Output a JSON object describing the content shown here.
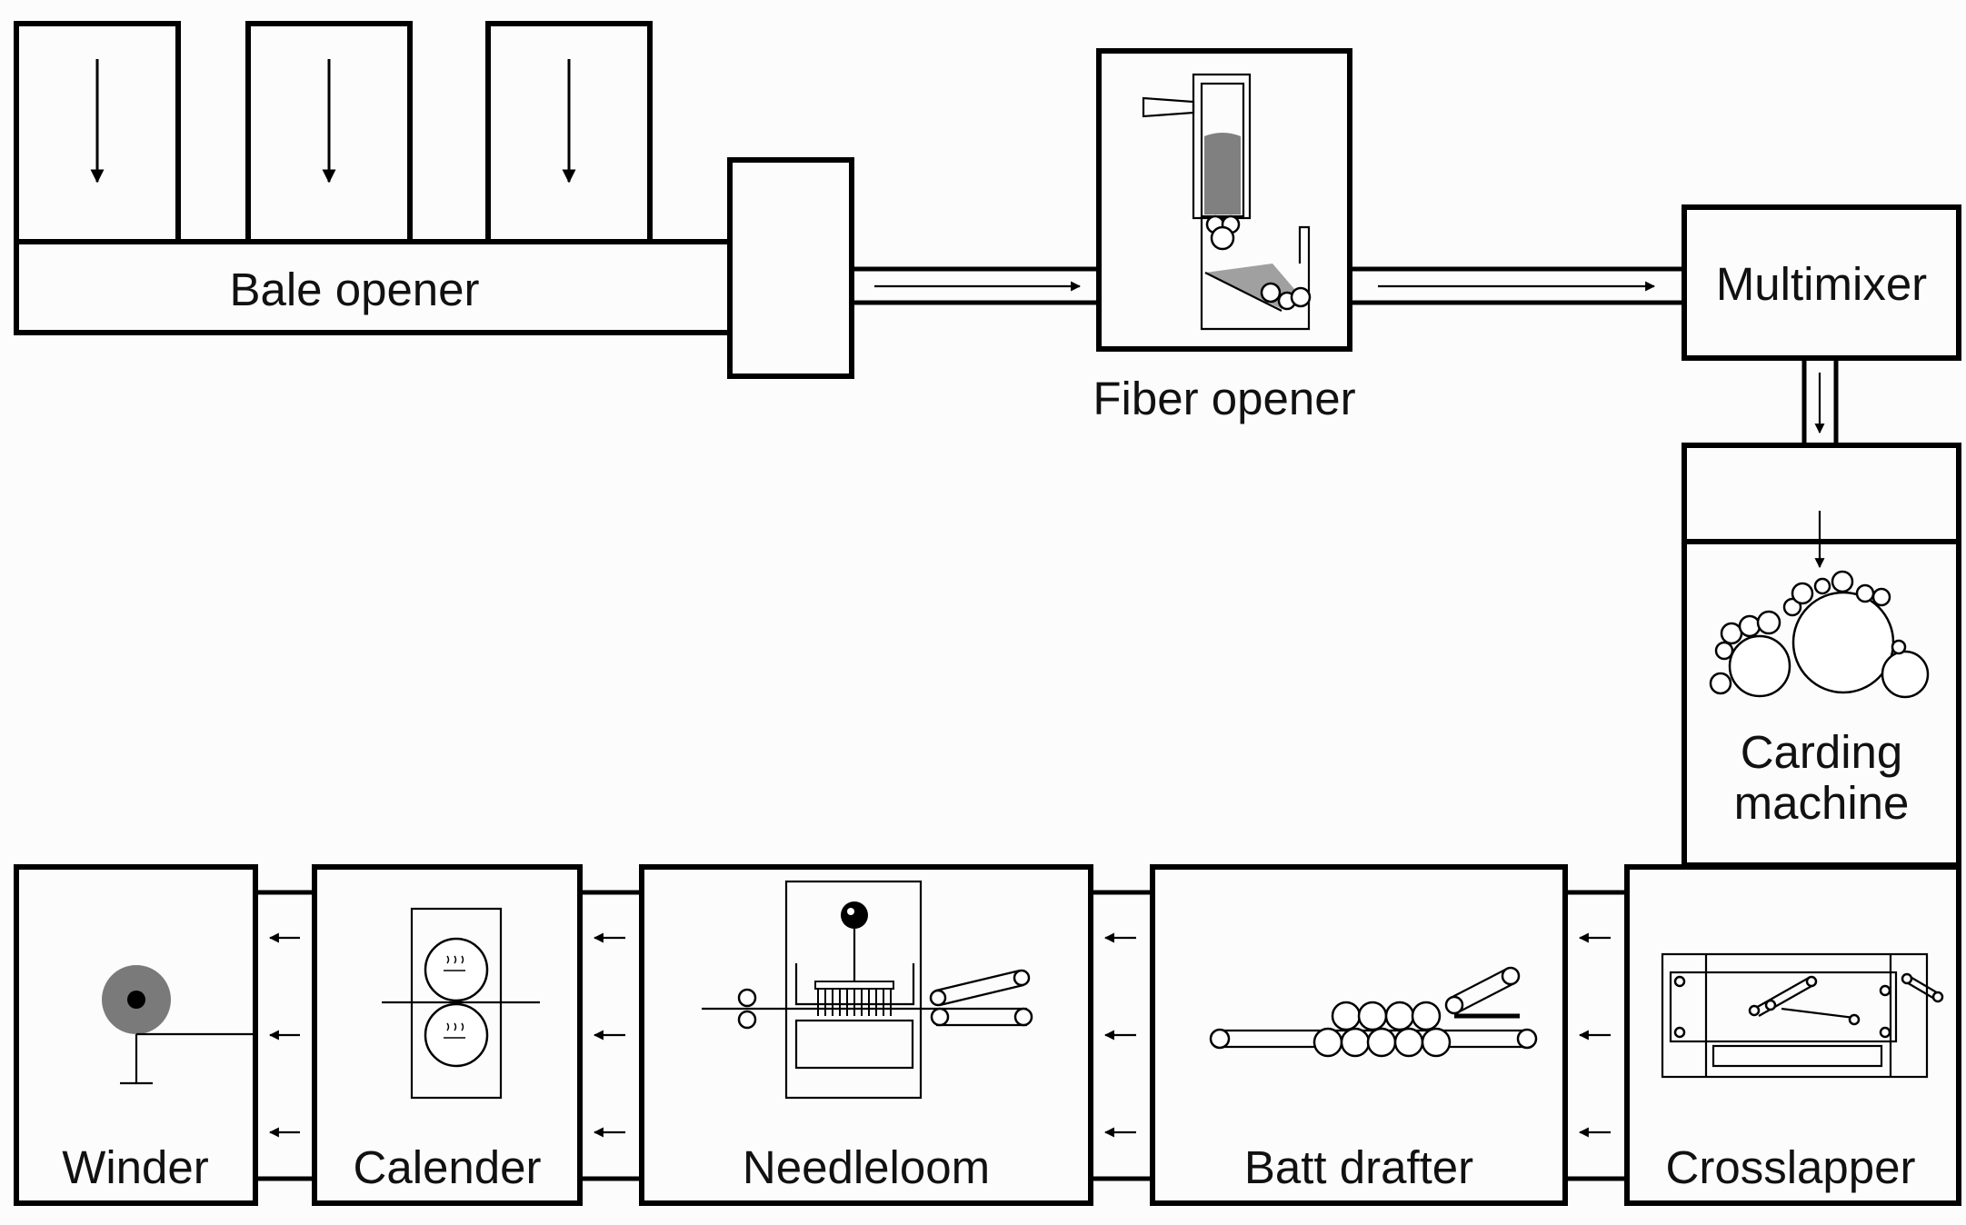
{
  "labels": {
    "bale_opener": "Bale opener",
    "fiber_opener": "Fiber opener",
    "multimixer": "Multimixer",
    "carding_machine_line1": "Carding",
    "carding_machine_line2": "machine",
    "crosslapper": "Crosslapper",
    "batt_drafter": "Batt drafter",
    "needleloom": "Needleloom",
    "calender": "Calender",
    "winder": "Winder"
  },
  "colors": {
    "stroke": "#000000",
    "background": "#fcfcfc",
    "fiber_fill": "#808080",
    "winder_roll": "#7a7a7a"
  }
}
